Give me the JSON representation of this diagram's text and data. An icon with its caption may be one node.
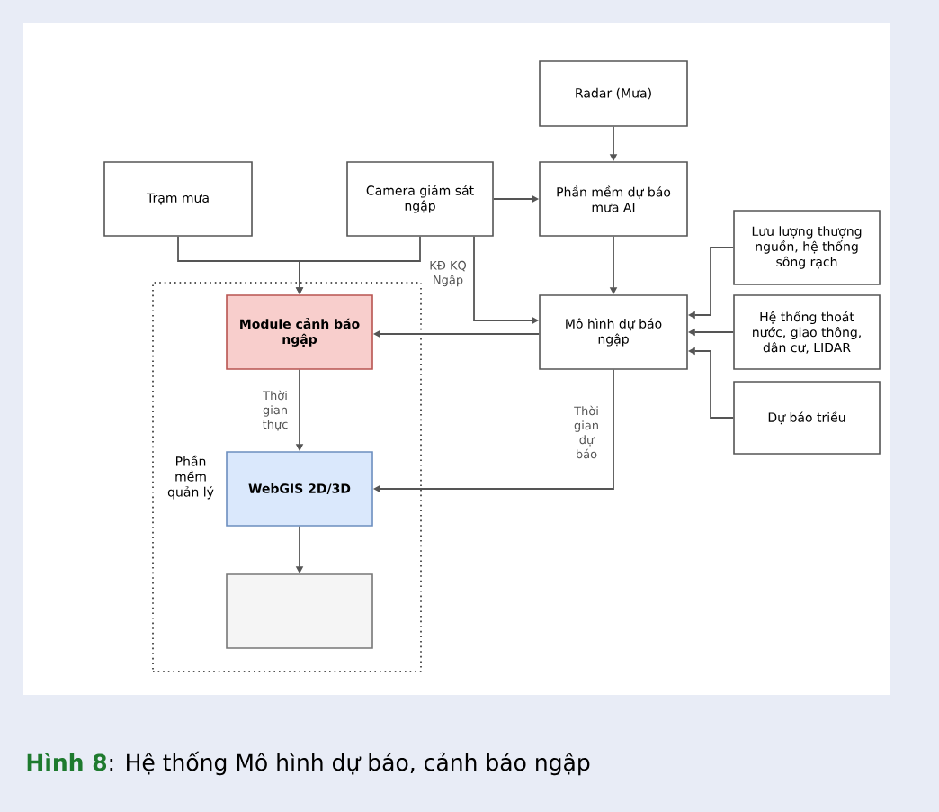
{
  "diagram": {
    "caption": "**Hình 8**: Hệ thống Mô hình dự báo, cảnh báo ngập",
    "nodes": [
      {
        "text": [
          "Radar (Mưa)"
        ]
      },
      {
        "text": [
          "Trạm mưa"
        ]
      },
      {
        "text": [
          "Camera giám sát ngập"
        ]
      },
      {
        "text": [
          "Phần mềm dự báo mưa AI"
        ]
      },
      {
        "text": [
          "Lưu lượng thượng nguồn, hệ thống sông rạch"
        ]
      },
      {
        "text": [
          "Mô hình dự báo ngập"
        ]
      },
      {
        "text": [
          "Hệ thống thoát nước, giao thông, dân cư, LIDAR"
        ]
      },
      {
        "text": [
          "Dự báo triều"
        ]
      },
      {
        "text": [
          "Phần mềm quản lý"
        ]
      },
      {
        "text": [
          "Module cảnh báo ngập"
        ],
        "in": 8
      },
      {
        "text": [
          "WebGIS 2D/3D"
        ],
        "in": 8
      },
      {
        "text": [],
        "shape": "box",
        "in": 8
      }
    ],
    "edges": [
      {
        "from": 0,
        "to": 3,
        "arrow": "to"
      },
      {
        "from": 2,
        "to": 3,
        "arrow": "to"
      },
      {
        "from": 1,
        "to": 9,
        "arrow": "to"
      },
      {
        "from": 2,
        "to": 9,
        "arrow": "to"
      },
      {
        "from": 2,
        "to": 5,
        "arrow": "to",
        "label": "KĐ KQ Ngập"
      },
      {
        "from": 3,
        "to": 5,
        "arrow": "to"
      },
      {
        "from": 5,
        "to": 9,
        "arrow": "to"
      },
      {
        "from": 5,
        "to": 10,
        "arrow": "to",
        "label": "Thời gian dự báo"
      },
      {
        "from": 9,
        "to": 10,
        "arrow": "to",
        "label": "Thời gian thực"
      },
      {
        "from": 10,
        "to": 11,
        "arrow": "to"
      },
      {
        "from": 4,
        "to": 5,
        "arrow": "to"
      },
      {
        "from": 6,
        "to": 5,
        "arrow": "to"
      },
      {
        "from": 7,
        "to": 5,
        "arrow": "to"
      }
    ]
  }
}
